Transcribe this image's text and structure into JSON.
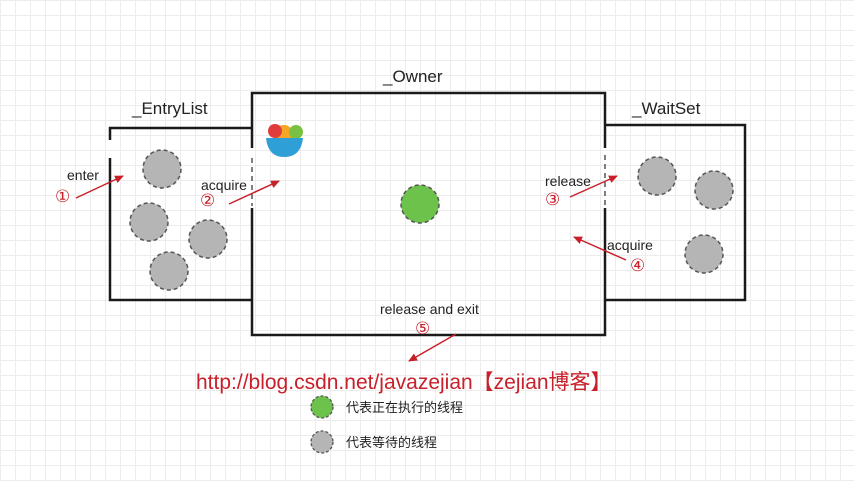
{
  "regions": {
    "entry_list": "_EntryList",
    "owner": "_Owner",
    "wait_set": "_WaitSet"
  },
  "steps": {
    "enter": {
      "num": "①",
      "label": "enter"
    },
    "acquire_entry": {
      "num": "②",
      "label": "acquire"
    },
    "release": {
      "num": "③",
      "label": "release"
    },
    "acquire_wait": {
      "num": "④",
      "label": "acquire"
    },
    "release_exit": {
      "num": "⑤",
      "label": "release and exit"
    }
  },
  "watermark": "http://blog.csdn.net/javazejian【zejian博客】",
  "legend": {
    "running": {
      "text": "代表正在执行的线程",
      "color": "#6cc24a"
    },
    "waiting": {
      "text": "代表等待的线程",
      "color": "#b5b5b5"
    }
  },
  "colors": {
    "arrow": "#c8202a",
    "border": "#1a1a1a",
    "dash": "#555555"
  },
  "icons": [
    "fruit-bowl-icon"
  ]
}
